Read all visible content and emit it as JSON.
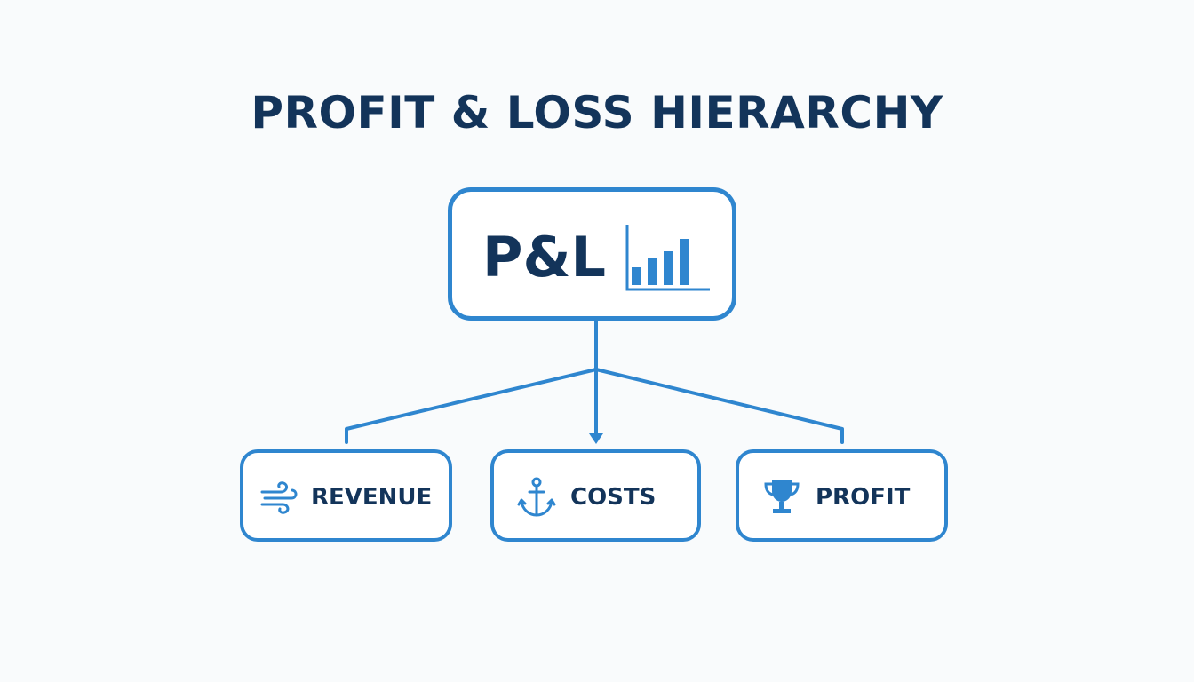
{
  "title": "PROFIT & LOSS HIERARCHY",
  "root": {
    "label": "P&L",
    "icon": "bar-chart-icon"
  },
  "children": [
    {
      "label": "REVENUE",
      "icon": "wind-icon"
    },
    {
      "label": "COSTS",
      "icon": "anchor-icon"
    },
    {
      "label": "PROFIT",
      "icon": "trophy-icon"
    }
  ],
  "colors": {
    "background": "#f9fbfc",
    "text": "#13345a",
    "accent": "#2f86cf",
    "box_fill": "#ffffff"
  }
}
